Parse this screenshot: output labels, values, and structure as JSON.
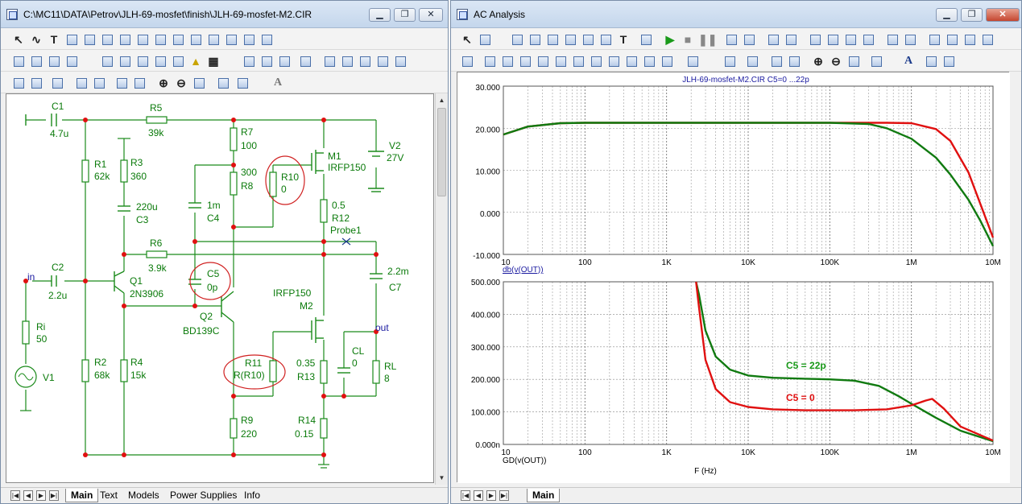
{
  "left_window": {
    "title": "C:\\MC11\\DATA\\Petrov\\JLH-69-mosfet\\finish\\JLH-69-mosfet-M2.CIR",
    "tabs": [
      "Main",
      "Text",
      "Models",
      "Power Supplies",
      "Info"
    ],
    "tab_icons": [
      "first-tab-icon",
      "prev-tab-icon",
      "next-tab-icon",
      "last-tab-icon"
    ]
  },
  "right_window": {
    "title": "AC Analysis",
    "tabs": [
      "Main"
    ]
  },
  "schematic": {
    "components": [
      {
        "name": "C1",
        "value": "4.7u"
      },
      {
        "name": "R5",
        "value": "39k"
      },
      {
        "name": "R1",
        "value": "62k"
      },
      {
        "name": "R3",
        "value": "360"
      },
      {
        "name": "C3",
        "value": "220u"
      },
      {
        "name": "R7",
        "value": "100"
      },
      {
        "name": "R8",
        "value": "300"
      },
      {
        "name": "C4",
        "value": "1m"
      },
      {
        "name": "R10",
        "value": "0"
      },
      {
        "name": "M1",
        "value": "IRFP150"
      },
      {
        "name": "V2",
        "value": "27V"
      },
      {
        "name": "R12",
        "value": "0.5"
      },
      {
        "name": "Probe1",
        "value": ""
      },
      {
        "name": "R6",
        "value": "3.9k"
      },
      {
        "name": "C2",
        "value": "2.2u"
      },
      {
        "name": "Q1",
        "value": "2N3906"
      },
      {
        "name": "C5",
        "value": "0p"
      },
      {
        "name": "Q2",
        "value": "BD139C"
      },
      {
        "name": "M2",
        "value": "IRFP150"
      },
      {
        "name": "C7",
        "value": "2.2m"
      },
      {
        "name": "Ri",
        "value": "50"
      },
      {
        "name": "V1",
        "value": ""
      },
      {
        "name": "R2",
        "value": "68k"
      },
      {
        "name": "R4",
        "value": "15k"
      },
      {
        "name": "R11",
        "value": "R(R10)"
      },
      {
        "name": "R13",
        "value": "0.35"
      },
      {
        "name": "CL",
        "value": "0"
      },
      {
        "name": "RL",
        "value": "8"
      },
      {
        "name": "R9",
        "value": "220"
      },
      {
        "name": "R14",
        "value": "0.15"
      }
    ],
    "nodes": {
      "in": "in",
      "out": "out"
    }
  },
  "chart_data": [
    {
      "type": "line",
      "title": "JLH-69-mosfet-M2.CIR C5=0 ...22p",
      "ylabel": "db(v(OUT))",
      "xscale": "log",
      "xlim": [
        10,
        10000000
      ],
      "ylim": [
        -10,
        30
      ],
      "x_tick_labels": [
        "10",
        "100",
        "1K",
        "10K",
        "100K",
        "1M",
        "10M"
      ],
      "y_tick_labels": [
        "-10.000",
        "0.000",
        "10.000",
        "20.000",
        "30.000"
      ],
      "grid": true,
      "x": [
        10,
        20,
        50,
        100,
        1000,
        10000,
        100000,
        300000,
        500000,
        1000000,
        2000000,
        3000000,
        5000000,
        7000000,
        10000000
      ],
      "series": [
        {
          "label": "C5 = 0",
          "color": "#e01010",
          "values": [
            18.5,
            20.4,
            21.2,
            21.3,
            21.3,
            21.3,
            21.3,
            21.3,
            21.3,
            21.2,
            19.8,
            17.0,
            9.5,
            2.0,
            -6.0
          ]
        },
        {
          "label": "C5 = 22p",
          "color": "#107a10",
          "values": [
            18.5,
            20.4,
            21.2,
            21.3,
            21.3,
            21.3,
            21.3,
            21.0,
            20.0,
            17.5,
            13.0,
            9.0,
            3.0,
            -2.0,
            -8.0
          ]
        }
      ]
    },
    {
      "type": "line",
      "ylabel": "GD(v(OUT))",
      "xlabel": "F (Hz)",
      "xscale": "log",
      "xlim": [
        10,
        10000000
      ],
      "ylim": [
        0,
        500
      ],
      "x_tick_labels": [
        "10",
        "100",
        "1K",
        "10K",
        "100K",
        "1M",
        "10M"
      ],
      "y_tick_labels": [
        "0.000n",
        "100.000",
        "200.000",
        "300.000",
        "400.000",
        "500.000"
      ],
      "grid": true,
      "series": [
        {
          "name": "C5 = 22p",
          "color": "#107a10",
          "x": [
            2300,
            2500,
            3000,
            4000,
            6000,
            10000,
            20000,
            50000,
            100000,
            200000,
            400000,
            700000,
            1000000,
            2000000,
            4000000,
            10000000
          ],
          "values": [
            500,
            460,
            350,
            270,
            230,
            212,
            205,
            202,
            200,
            196,
            180,
            148,
            125,
            82,
            42,
            10
          ]
        },
        {
          "name": "C5 = 0",
          "color": "#e01010",
          "x": [
            2300,
            2500,
            3000,
            4000,
            6000,
            10000,
            20000,
            50000,
            100000,
            200000,
            500000,
            1000000,
            1500000,
            1800000,
            2500000,
            4000000,
            10000000
          ],
          "values": [
            500,
            420,
            260,
            170,
            130,
            115,
            108,
            105,
            105,
            105,
            108,
            120,
            135,
            140,
            110,
            55,
            12
          ]
        }
      ],
      "annotations": [
        "C5 = 22p",
        "C5 = 0"
      ]
    }
  ]
}
